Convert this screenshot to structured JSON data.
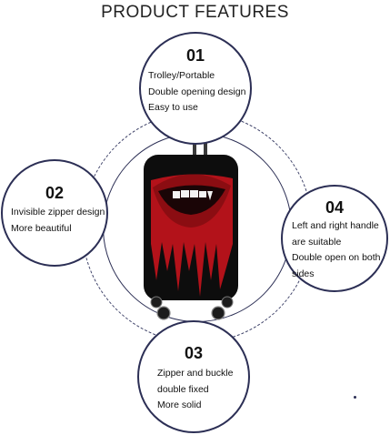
{
  "header": {
    "title": "PRODUCT FEATURES"
  },
  "features": [
    {
      "number": "01",
      "lines": [
        "Trolley/Portable",
        "Double opening design",
        "Easy to use"
      ]
    },
    {
      "number": "02",
      "lines": [
        "Invisible zipper design",
        "More beautiful"
      ]
    },
    {
      "number": "03",
      "lines": [
        "Zipper and buckle",
        "double fixed",
        "More solid"
      ]
    },
    {
      "number": "04",
      "lines": [
        "Left and right handle",
        "are suitable",
        "Double open on both",
        "sides"
      ]
    }
  ],
  "colors": {
    "accent": "#2c2f55",
    "lips": "#b3121a",
    "cover": "#0d0d0d"
  }
}
